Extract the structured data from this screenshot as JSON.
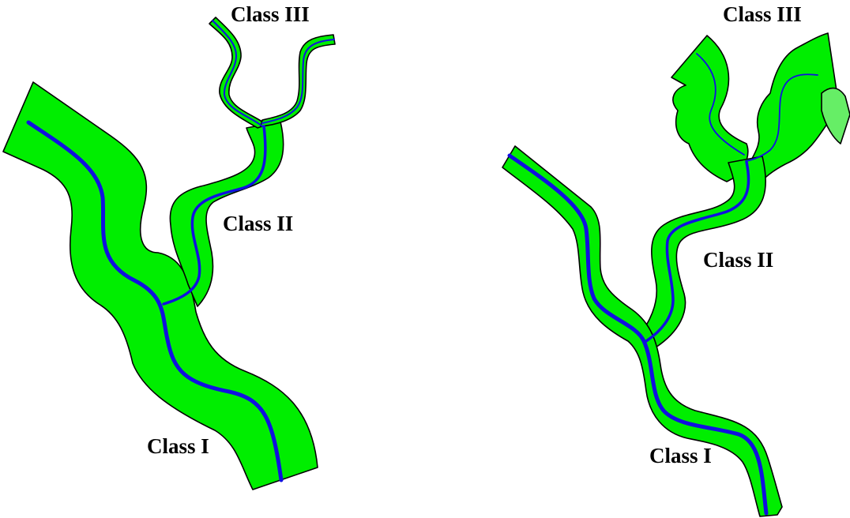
{
  "colors": {
    "buffer_fill": "#00ee00",
    "buffer_fill_light": "#66ee66",
    "stream_line": "#1010e0",
    "outline": "#000000",
    "background": "#ffffff"
  },
  "left_panel": {
    "label_class_3": "Class III",
    "label_class_2": "Class II",
    "label_class_1": "Class I"
  },
  "right_panel": {
    "label_class_3": "Class III",
    "label_class_2": "Class II",
    "label_class_1": "Class I"
  }
}
